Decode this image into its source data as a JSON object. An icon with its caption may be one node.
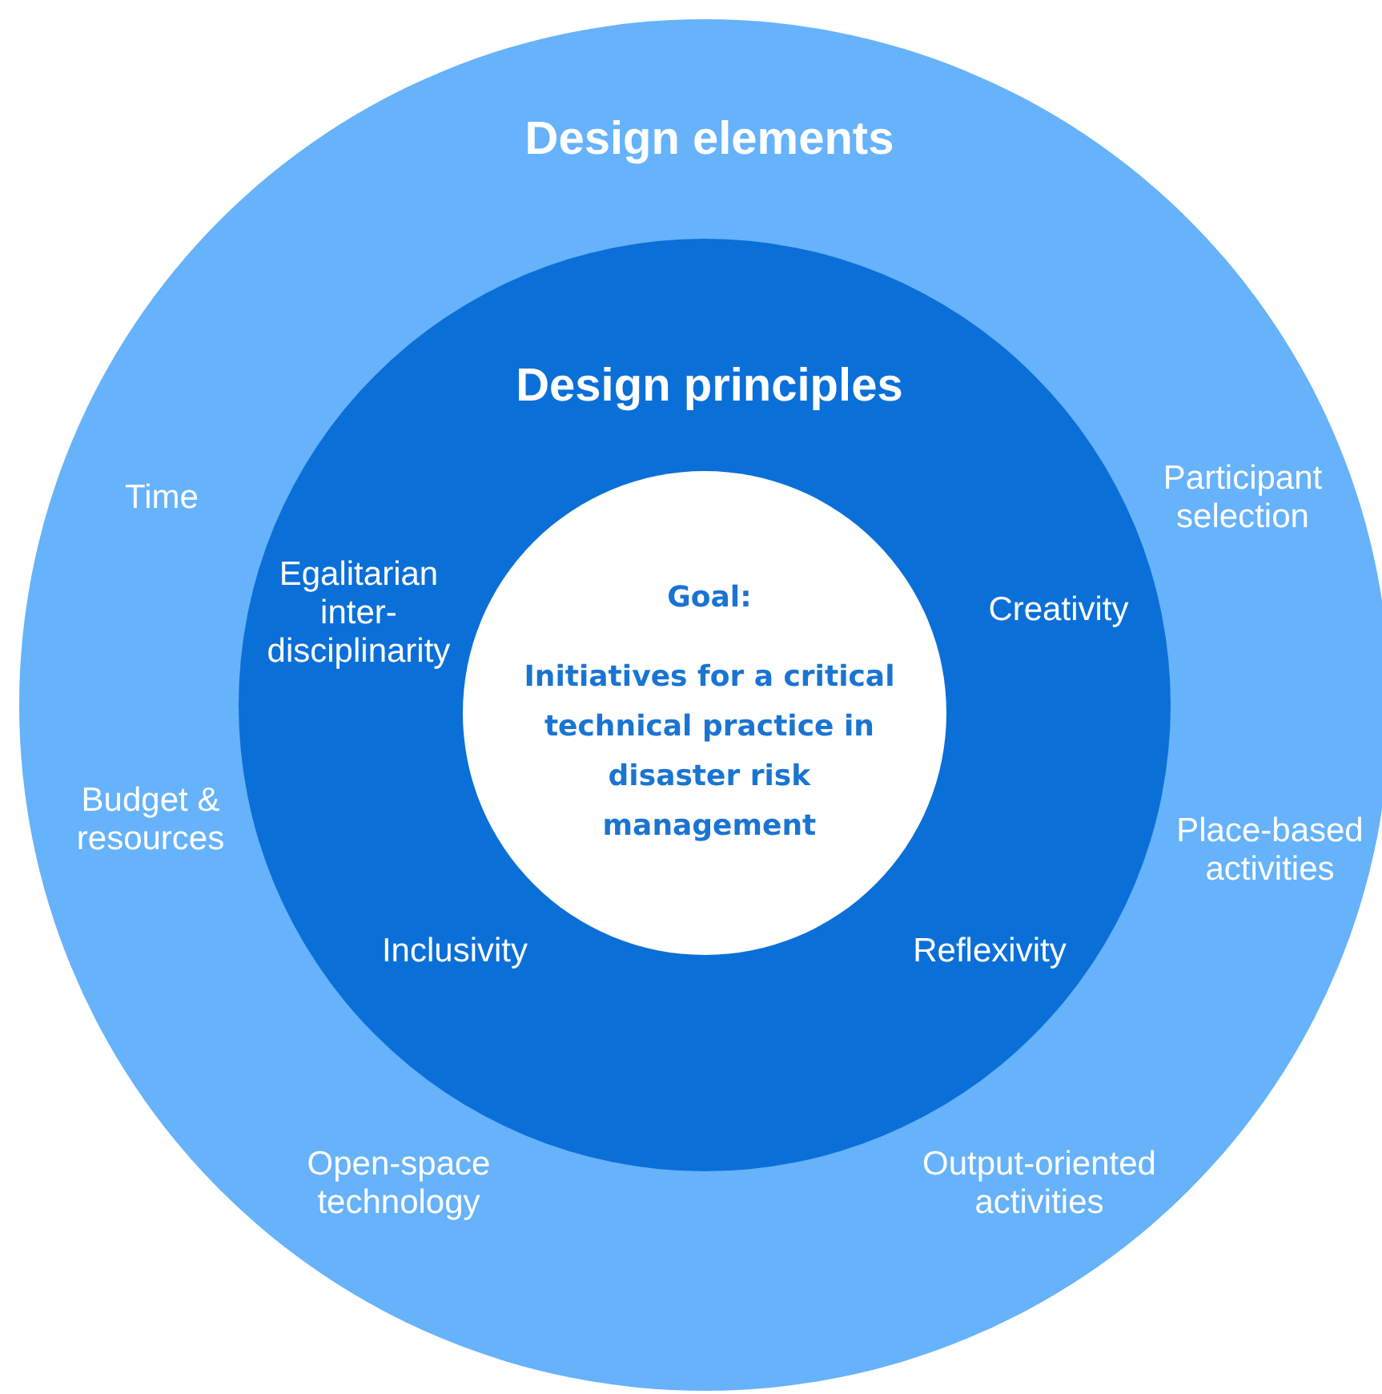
{
  "diagram": {
    "nodes": [
      {
        "text": [
          "Design elements",
          "Time",
          "Participant selection",
          "Budget & resources",
          "Place-based activities",
          "Open-space technology",
          "Output-oriented activities"
        ]
      },
      {
        "text": [
          "Design principles",
          "Egalitarian inter-disciplinarity",
          "Creativity",
          "Inclusivity",
          "Reflexivity"
        ],
        "in": 0
      },
      {
        "text": [
          "Goal:",
          "Initiatives for a critical technical practice in disaster risk management"
        ],
        "in": 1
      }
    ],
    "edges": []
  }
}
